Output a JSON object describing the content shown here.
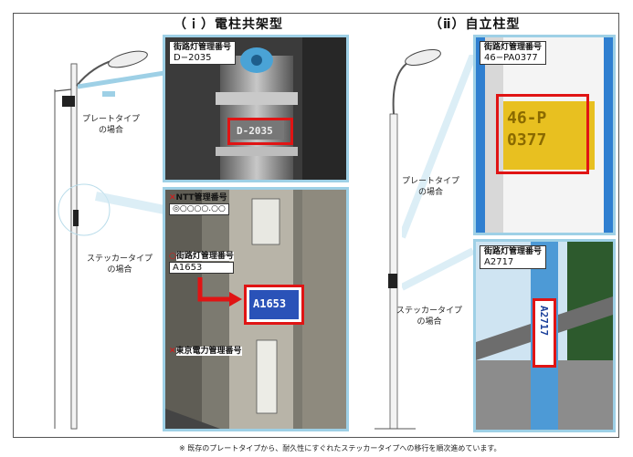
{
  "headings": {
    "left": "（ｉ）電柱共架型",
    "right": "（ⅱ）自立柱型"
  },
  "callouts": {
    "left_plate": "プレートタイプ\nの場合",
    "left_sticker": "ステッカータイプ\nの場合",
    "right_plate": "プレートタイプ\nの場合",
    "right_sticker": "ステッカータイプ\nの場合"
  },
  "panels": {
    "left_top": {
      "label": "街路灯管理番号",
      "number": "D−2035",
      "photo_text": "D-2035"
    },
    "left_bottom": {
      "ntt_label": "NTT管理番号",
      "ntt_number": "◎○○○○.○○",
      "street_label": "街路灯管理番号",
      "street_number": "A1653",
      "tepco_label": "東京電力管理番号",
      "sticker_text": "A1653",
      "mark_no": "✕",
      "mark_yes": "○"
    },
    "right_top": {
      "label": "街路灯管理番号",
      "number": "46−PA0377",
      "photo_line1": "46-P",
      "photo_line2": "0377"
    },
    "right_bottom": {
      "label": "街路灯管理番号",
      "number": "A2717",
      "sticker_text": "A2717"
    }
  },
  "footnote": "※ 既存のプレートタイプから、耐久性にすぐれたステッカータイプへの移行を順次進めています。",
  "colors": {
    "panel_border": "#9ed0e6",
    "highlight": "#e01414",
    "arrow": "#e01414",
    "sticker_blue": "#1a3f9a"
  }
}
